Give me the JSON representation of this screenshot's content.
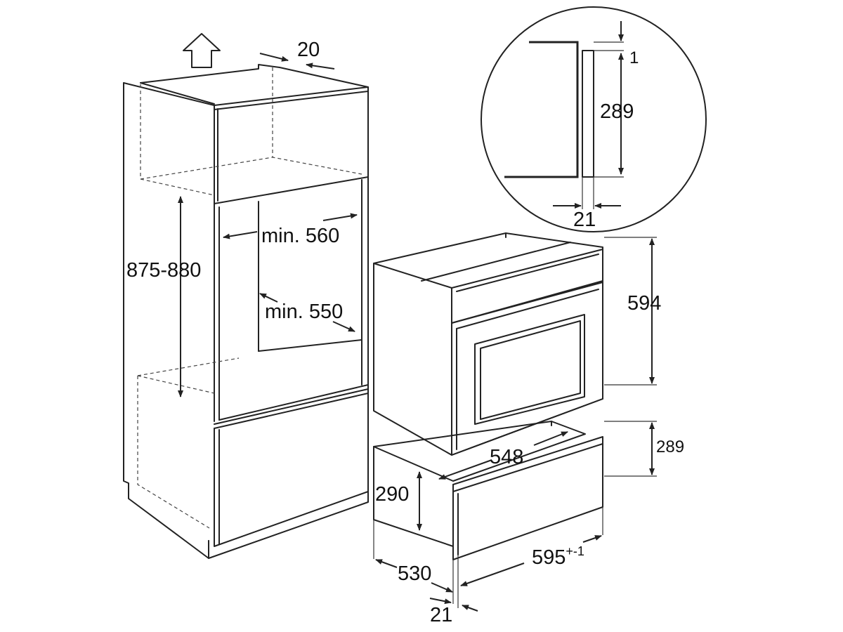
{
  "dimensions": {
    "cabinet_top_gap": "20",
    "cabinet_height_range": "875-880",
    "niche_width_min": "min. 560",
    "niche_depth_min": "min. 550",
    "oven_height": "594",
    "detail_gap": "1",
    "detail_height": "289",
    "detail_depth": "21",
    "drawer_height_right": "289",
    "drawer_inner_width": "548",
    "drawer_height_left": "290",
    "drawer_depth": "530",
    "front_width": "595",
    "front_width_tolerance": "+-1",
    "front_thickness": "21"
  },
  "colors": {
    "line": "#222222",
    "background": "#ffffff"
  }
}
